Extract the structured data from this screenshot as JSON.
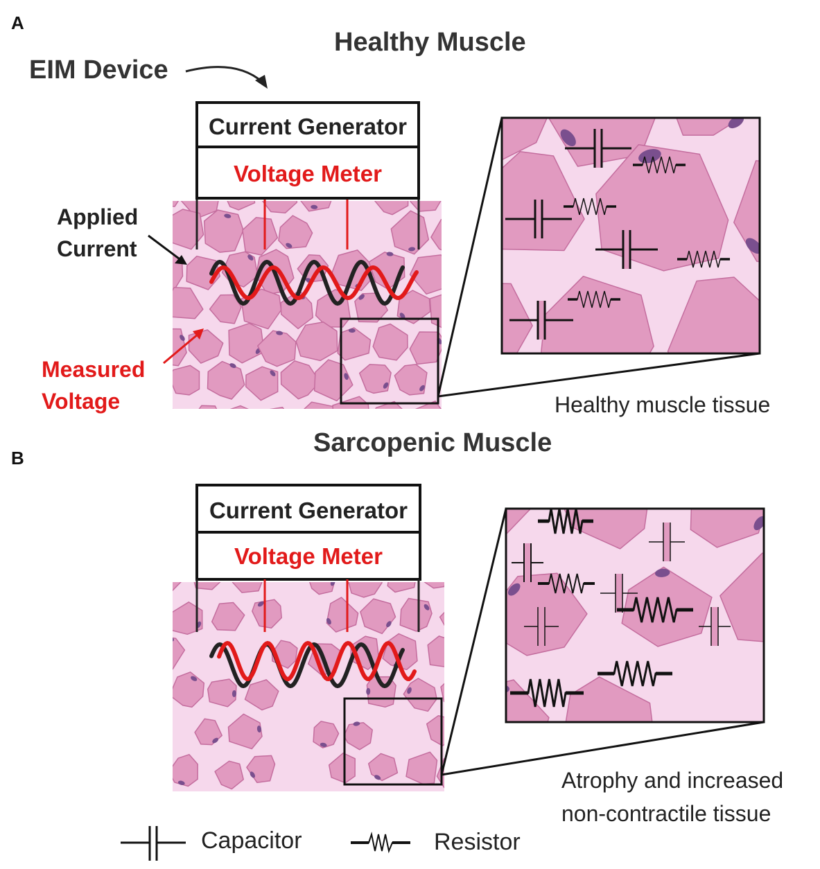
{
  "panel_a": {
    "letter": "A",
    "title": "Healthy Muscle",
    "device_label": "EIM Device",
    "current_generator": "Current Generator",
    "voltage_meter": "Voltage Meter",
    "applied_current": [
      "Applied",
      "Current"
    ],
    "measured_voltage": [
      "Measured",
      "Voltage"
    ],
    "caption": "Healthy muscle tissue"
  },
  "panel_b": {
    "letter": "B",
    "title": "Sarcopenic Muscle",
    "current_generator": "Current Generator",
    "voltage_meter": "Voltage Meter",
    "caption": [
      "Atrophy and increased",
      "non-contractile tissue"
    ]
  },
  "legend": {
    "capacitor": "Capacitor",
    "resistor": "Resistor"
  },
  "colors": {
    "tissue_bg": "#f6d8ec",
    "cell_fill": "#e19ac0",
    "cell_stroke": "#c46d9e",
    "nucleus": "#7a4f8e",
    "voltage_red": "#e21a1a",
    "current_black": "#222222"
  }
}
